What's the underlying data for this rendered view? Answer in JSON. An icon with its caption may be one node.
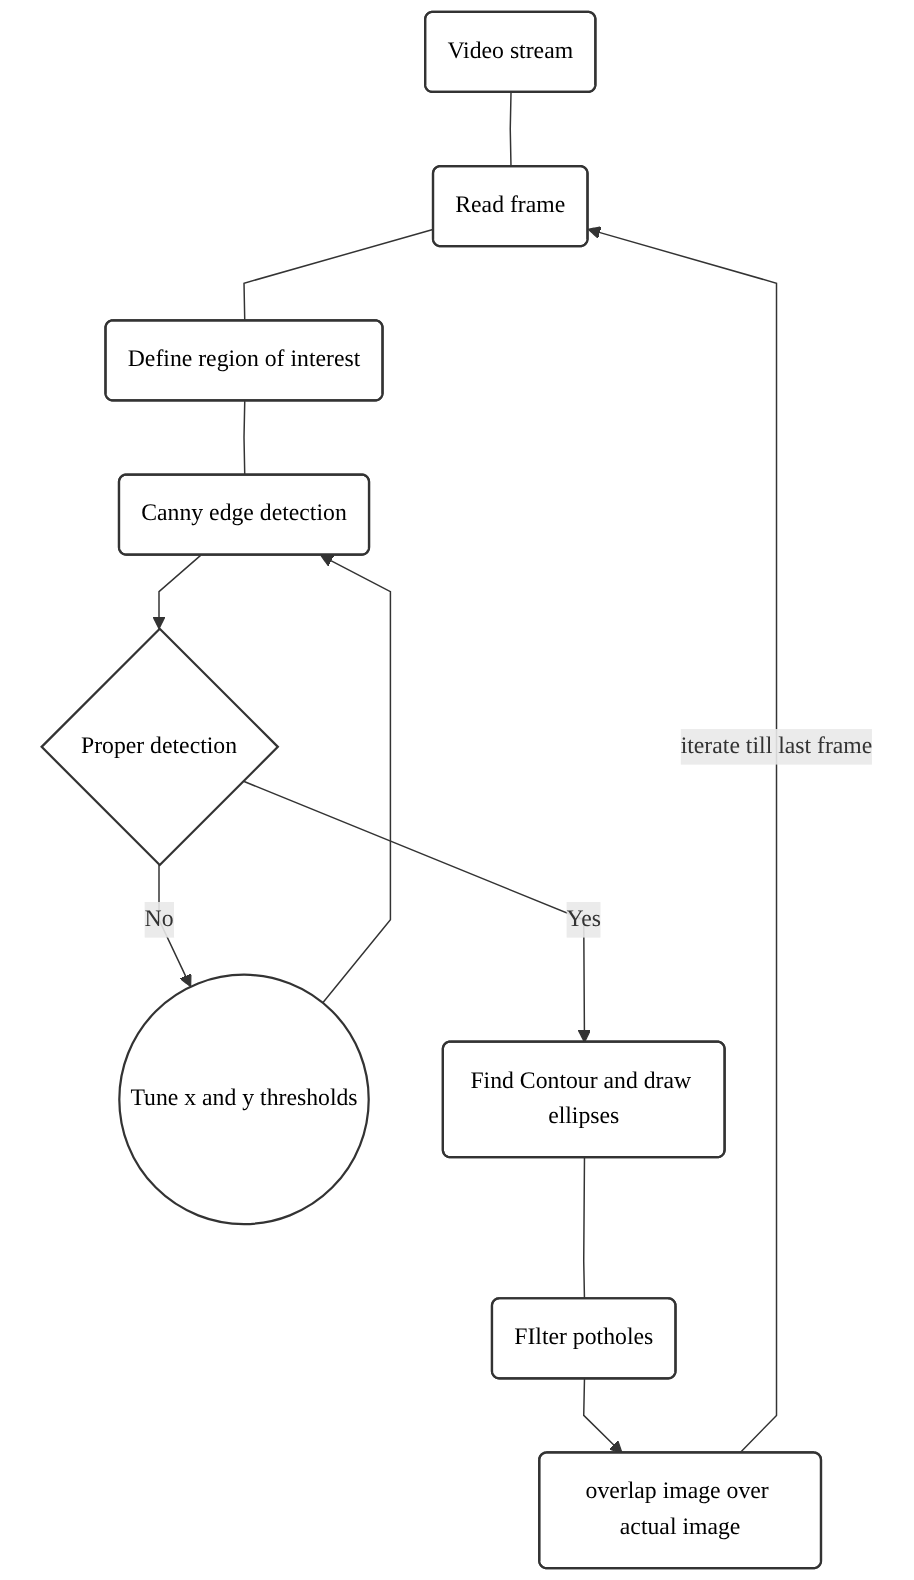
{
  "diagram": {
    "nodes": [
      {
        "text": [
          "Video stream"
        ]
      },
      {
        "text": [
          "Read frame"
        ]
      },
      {
        "text": [
          "Define region of interest"
        ]
      },
      {
        "text": [
          "Canny edge detection"
        ]
      },
      {
        "text": [
          "Tune x and y thresholds"
        ]
      },
      {
        "text": [
          "Proper detection"
        ]
      },
      {
        "text": [
          "Find Contour and draw ellipses"
        ]
      },
      {
        "text": [
          "FIlter potholes"
        ]
      },
      {
        "text": [
          "overlap image over actual image"
        ]
      }
    ],
    "edges": [
      {
        "from": 0,
        "to": 1,
        "arrow": "none"
      },
      {
        "from": 1,
        "to": 2,
        "arrow": "none"
      },
      {
        "from": 2,
        "to": 3,
        "arrow": "none"
      },
      {
        "from": 3,
        "to": 5,
        "arrow": "to"
      },
      {
        "from": 5,
        "to": 4,
        "arrow": "to",
        "label": "No"
      },
      {
        "from": 4,
        "to": 3,
        "arrow": "to"
      },
      {
        "from": 5,
        "to": 6,
        "arrow": "to",
        "label": "Yes"
      },
      {
        "from": 6,
        "to": 7,
        "arrow": "none"
      },
      {
        "from": 7,
        "to": 8,
        "arrow": "to"
      },
      {
        "from": 8,
        "to": 1,
        "arrow": "to",
        "label": "iterate till last frame"
      }
    ]
  }
}
